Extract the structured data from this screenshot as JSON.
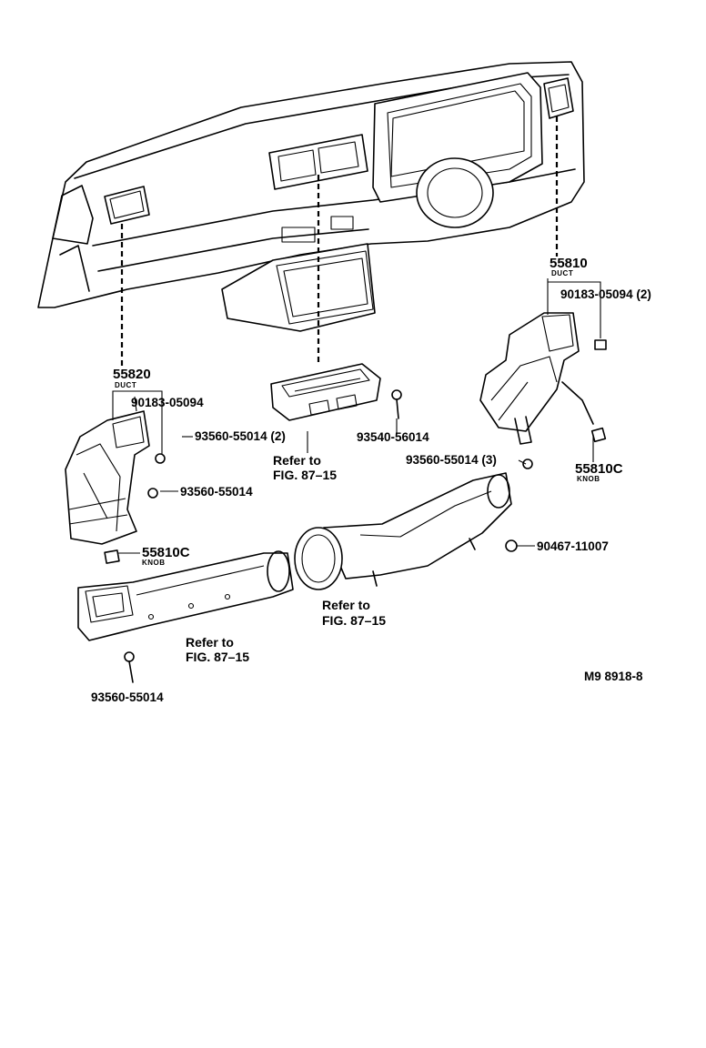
{
  "parts": {
    "p55810": "55810",
    "p55810_sub": "DUCT",
    "p90183_r": "90183-05094 (2)",
    "p55820": "55820",
    "p55820_sub": "DUCT",
    "p90183_l": "90183-05094",
    "p93560_a": "93560-55014 (2)",
    "p93560_b": "93560-55014",
    "p93540": "93540-56014",
    "p93560_c": "93560-55014 (3)",
    "p55810c_r": "55810C",
    "p55810c_r_sub": "KNOB",
    "p55810c_l": "55810C",
    "p55810c_l_sub": "KNOB",
    "p90467": "90467-11007",
    "p93560_d": "93560-55014"
  },
  "refs": {
    "ref1_line1": "Refer to",
    "ref1_line2": "FIG. 87–15",
    "ref2_line1": "Refer to",
    "ref2_line2": "FIG. 87–15",
    "ref3_line1": "Refer to",
    "ref3_line2": "FIG. 87–15"
  },
  "diagram_code": "M9 8918-8"
}
